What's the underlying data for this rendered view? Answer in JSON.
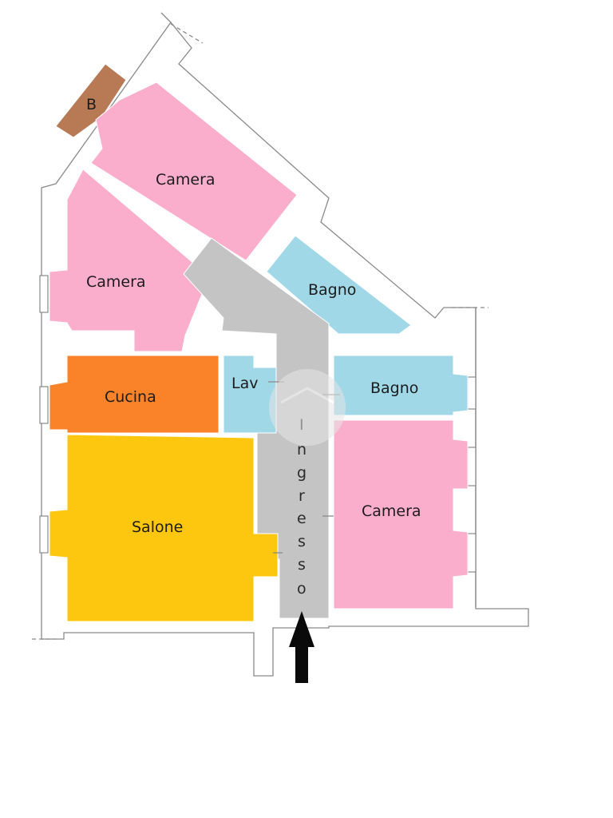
{
  "rooms": {
    "balcony": {
      "label": "B",
      "color": "#b87a55"
    },
    "camera_top": {
      "label": "Camera",
      "color": "#fbaecb"
    },
    "camera_left": {
      "label": "Camera",
      "color": "#fbaecb"
    },
    "bagno_top": {
      "label": "Bagno",
      "color": "#a0d8e8"
    },
    "cucina": {
      "label": "Cucina",
      "color": "#fa8228"
    },
    "lav": {
      "label": "Lav",
      "color": "#a0d8e8"
    },
    "bagno_right": {
      "label": "Bagno",
      "color": "#a0d8e8"
    },
    "salone": {
      "label": "Salone",
      "color": "#fdc70f"
    },
    "camera_right": {
      "label": "Camera",
      "color": "#fbaecb"
    },
    "ingresso": {
      "letters": [
        "I",
        "n",
        "g",
        "r",
        "e",
        "s",
        "s",
        "o"
      ],
      "color": "#c4c4c4"
    }
  },
  "entrance_arrow": {
    "color": "#0a0a0a"
  },
  "watermark": {
    "color": "#e6e6e6"
  }
}
